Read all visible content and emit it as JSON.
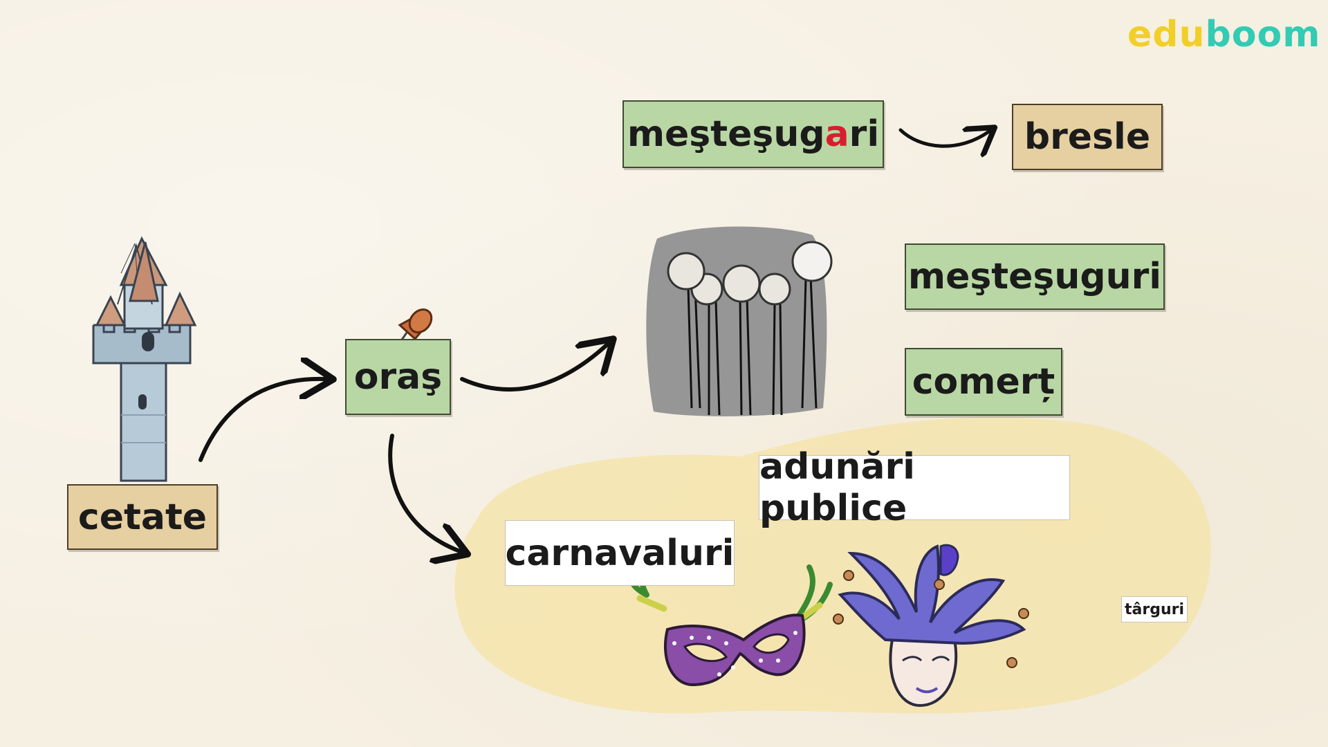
{
  "logo": {
    "part1": "edu",
    "part2": "boom"
  },
  "labels": {
    "mestesugari_a": "meşteşug",
    "mestesugari_b": "a",
    "mestesugari_c": "ri",
    "bresle": "bresle",
    "mestesuguri": "meşteşuguri",
    "comert": "comerț",
    "oras": "oraş",
    "cetate": "cetate",
    "adunari": "adunări publice",
    "carnavaluri": "carnavaluri",
    "targuri": "târguri"
  },
  "colors": {
    "green_tag": "#b9d7a4",
    "tan_tag": "#e6cfa0",
    "accent_letter": "#d81e2e",
    "blob": "#f5e4ad",
    "logo_edu": "#f2cf28",
    "logo_boom": "#33cbb4"
  },
  "icons": [
    "castle-icon",
    "pushpin-icon",
    "crowd-icon",
    "eye-mask-icon",
    "jester-mask-icon"
  ]
}
